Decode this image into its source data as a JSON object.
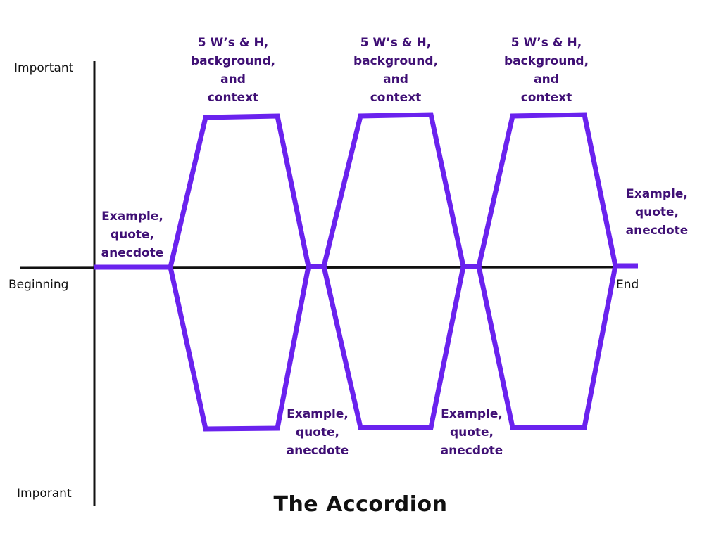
{
  "title": "The Accordion",
  "axis_labels": {
    "y_top": "Important",
    "y_bottom": "Imporant",
    "x_left": "Beginning",
    "x_right": "End"
  },
  "colors": {
    "accordion_stroke": "#6a22ee",
    "label_text": "#3f0f75",
    "axis": "#111111"
  },
  "top_labels": [
    [
      "5 W’s & H,",
      "background,",
      "and",
      "context"
    ],
    [
      "5 W’s & H,",
      "background,",
      "and",
      "context"
    ],
    [
      "5 W’s & H,",
      "background,",
      "and",
      "context"
    ]
  ],
  "example_labels": [
    [
      "Example,",
      "quote,",
      "anecdote"
    ],
    [
      "Example,",
      "quote,",
      "anecdote"
    ],
    [
      "Example,",
      "quote,",
      "anecdote"
    ],
    [
      "Example,",
      "quote,",
      "anecdote"
    ]
  ]
}
